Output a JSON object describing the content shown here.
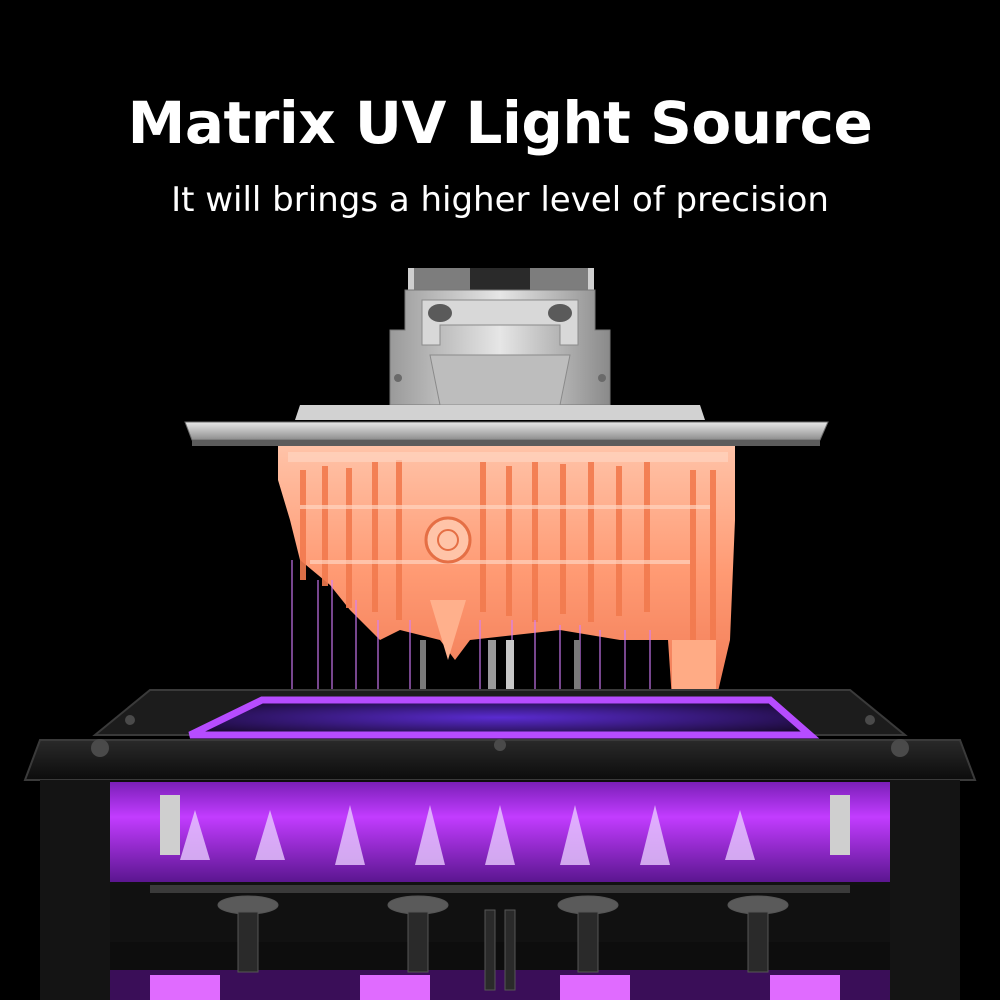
{
  "hero": {
    "title": "Matrix UV Light Source",
    "subtitle": "It will brings a higher level of precision"
  },
  "colors": {
    "background": "#000000",
    "uv_glow": "#c23cff",
    "uv_core": "#e070ff",
    "resin_print": "#ff9a73",
    "build_plate": "#bfbfbf",
    "printer_frame": "#1a1a1a"
  },
  "scene": {
    "subject": "resin-3d-printer-build-plate-with-printed-cathedral-model",
    "icons": [
      "build-plate-icon",
      "printed-model-icon",
      "uv-light-beam-icon",
      "resin-vat-icon",
      "uv-led-matrix-icon"
    ]
  }
}
